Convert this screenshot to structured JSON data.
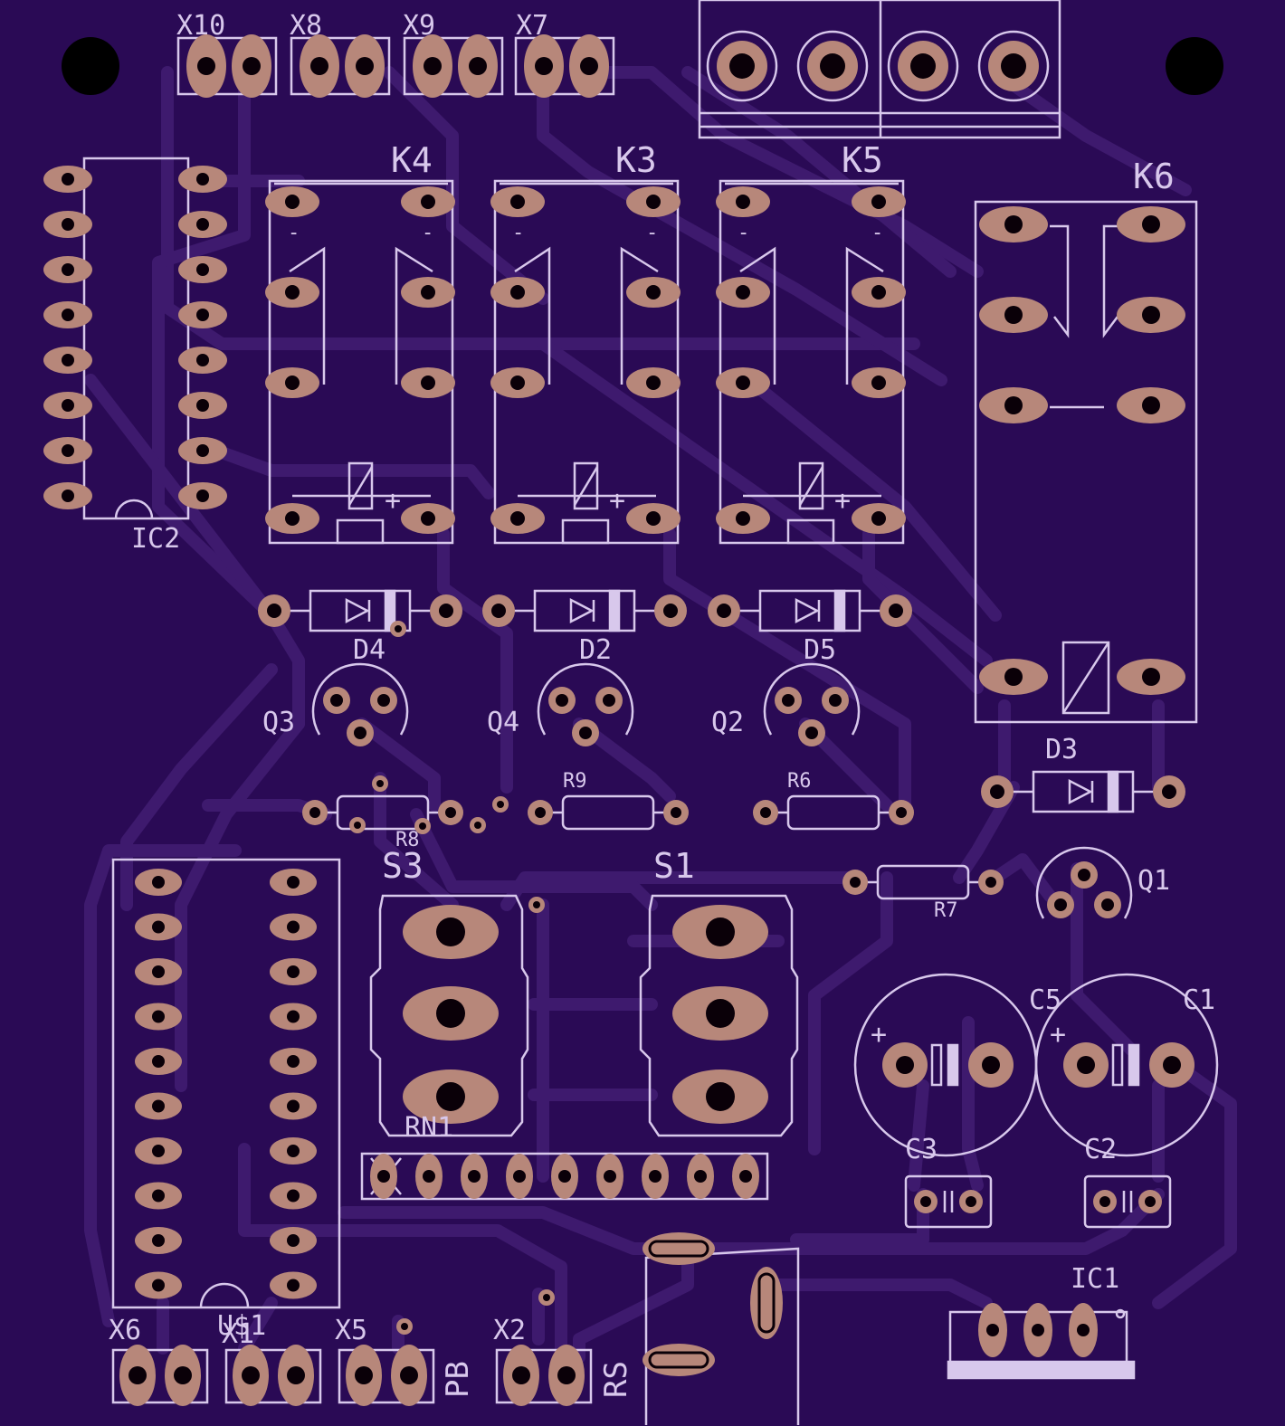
{
  "colors": {
    "board": "#2a0a55",
    "trace": "#3e1a6e",
    "silk": "#d8c8ec",
    "copper": "#b7877a",
    "drill": "#0a0008",
    "hole": "#000000"
  },
  "labels": {
    "x10": "X10",
    "x8": "X8",
    "x9": "X9",
    "x7": "X7",
    "k4": "K4",
    "k3": "K3",
    "k5": "K5",
    "k6": "K6",
    "ic2": "IC2",
    "d4": "D4",
    "d2": "D2",
    "d5": "D5",
    "d3": "D3",
    "q3": "Q3",
    "q4": "Q4",
    "q2": "Q2",
    "q1": "Q1",
    "r8": "R8",
    "r9": "R9",
    "r6": "R6",
    "r7": "R7",
    "s3": "S3",
    "s1": "S1",
    "c5": "C5",
    "c1": "C1",
    "c3": "C3",
    "c2": "C2",
    "rn1": "RN1",
    "ic1": "IC1",
    "us1": "U$1",
    "x6": "X6",
    "x1": "X1",
    "x5": "X5",
    "x2": "X2",
    "pb": "PB",
    "rs": "RS",
    "plus": "+",
    "minus": "-"
  }
}
